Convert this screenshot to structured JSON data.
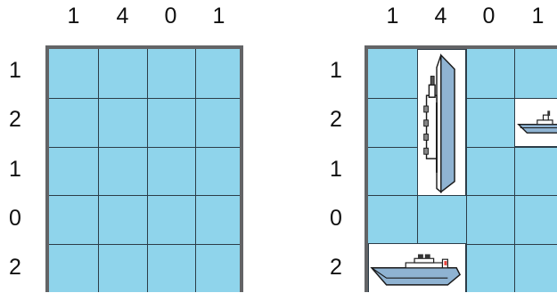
{
  "colors": {
    "water": "#8fd4eb",
    "grid_line": "#2c3d48",
    "frame": "#636466",
    "ship_fill": "#8fb3d2",
    "ship_stroke": "#1a1a1a",
    "flag": "#e8423b"
  },
  "puzzles": [
    {
      "name": "empty-puzzle",
      "column_clues": [
        "1",
        "4",
        "0",
        "1"
      ],
      "row_clues": [
        "1",
        "2",
        "1",
        "0",
        "2"
      ],
      "ships": []
    },
    {
      "name": "solved-puzzle",
      "column_clues": [
        "1",
        "4",
        "0",
        "1"
      ],
      "row_clues": [
        "1",
        "2",
        "1",
        "0",
        "2"
      ],
      "ships": [
        {
          "name": "vertical-ship",
          "icon": "battleship-icon",
          "orientation": "vertical",
          "row": 0,
          "col": 1,
          "length": 3
        },
        {
          "name": "small-ship",
          "icon": "boat-icon",
          "orientation": "horizontal",
          "row": 1,
          "col": 3,
          "length": 1
        },
        {
          "name": "horizontal-ship",
          "icon": "cruiser-icon",
          "orientation": "horizontal",
          "row": 4,
          "col": 0,
          "length": 2
        }
      ]
    }
  ]
}
